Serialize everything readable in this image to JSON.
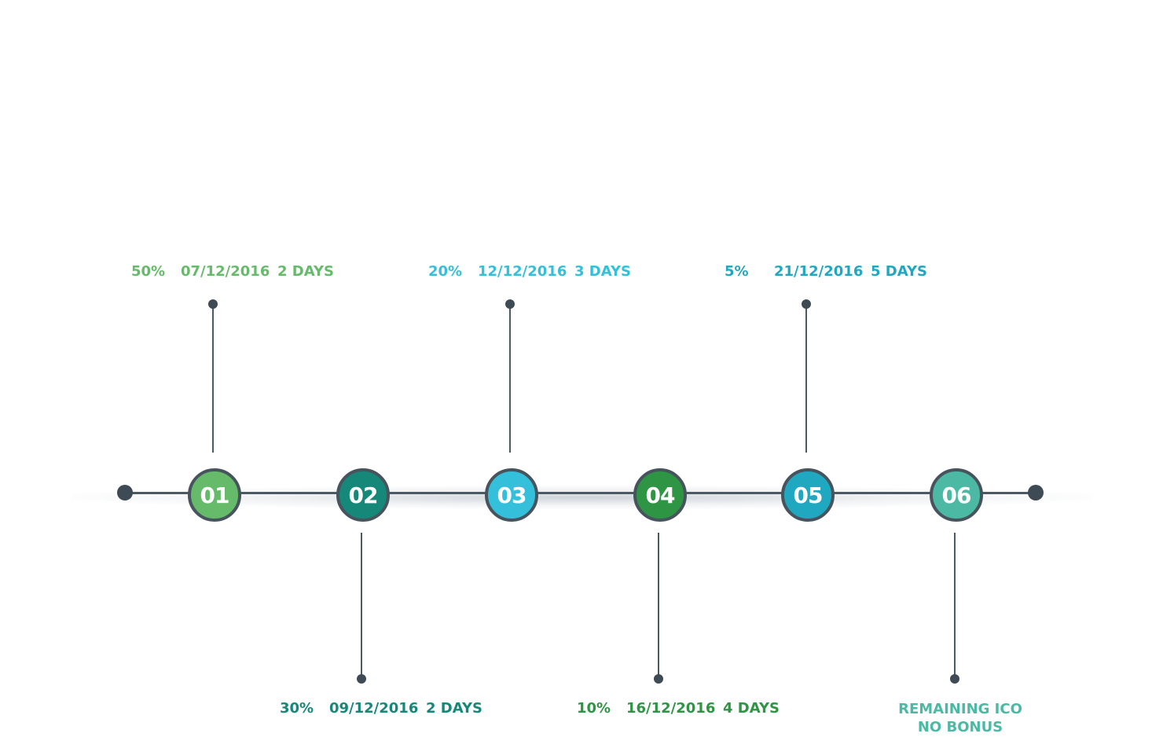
{
  "milestones": [
    {
      "num": "01",
      "color": "#66bb6a",
      "position": "above",
      "bonus": "50%",
      "date": "07/12/2016",
      "duration": "2 DAYS"
    },
    {
      "num": "02",
      "color": "#16887a",
      "position": "below",
      "bonus": "30%",
      "date": "09/12/2016",
      "duration": "2 DAYS"
    },
    {
      "num": "03",
      "color": "#34c0da",
      "position": "above",
      "bonus": "20%",
      "date": "12/12/2016",
      "duration": "3 DAYS"
    },
    {
      "num": "04",
      "color": "#2e9544",
      "position": "below",
      "bonus": "10%",
      "date": "16/12/2016",
      "duration": "4 DAYS"
    },
    {
      "num": "05",
      "color": "#1fa8c0",
      "position": "above",
      "bonus": "5%",
      "date": "21/12/2016",
      "duration": "5 DAYS"
    },
    {
      "num": "06",
      "color": "#4bb9a3",
      "position": "below",
      "line1": "REMAINING ICO",
      "line2": "NO BONUS"
    }
  ]
}
